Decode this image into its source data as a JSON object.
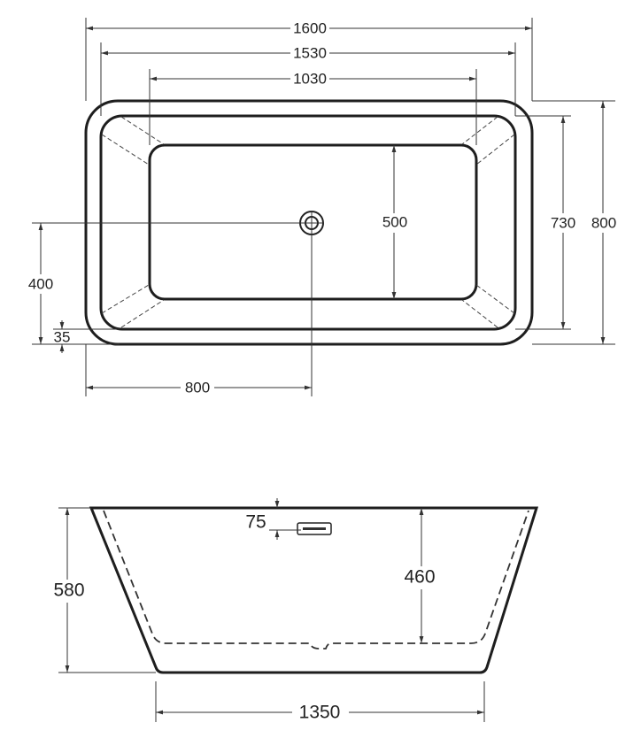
{
  "drawing": {
    "units": "mm",
    "top_view": {
      "overall_length": "1600",
      "rim_inner_length": "1530",
      "basin_length": "1030",
      "basin_width": "500",
      "rim_inner_width": "730",
      "overall_width": "800",
      "drain_offset_y": "400",
      "rim_thickness": "35",
      "drain_offset_x": "800"
    },
    "side_view": {
      "height": "580",
      "overflow_offset": "75",
      "inner_depth": "460",
      "base_length": "1350"
    }
  }
}
